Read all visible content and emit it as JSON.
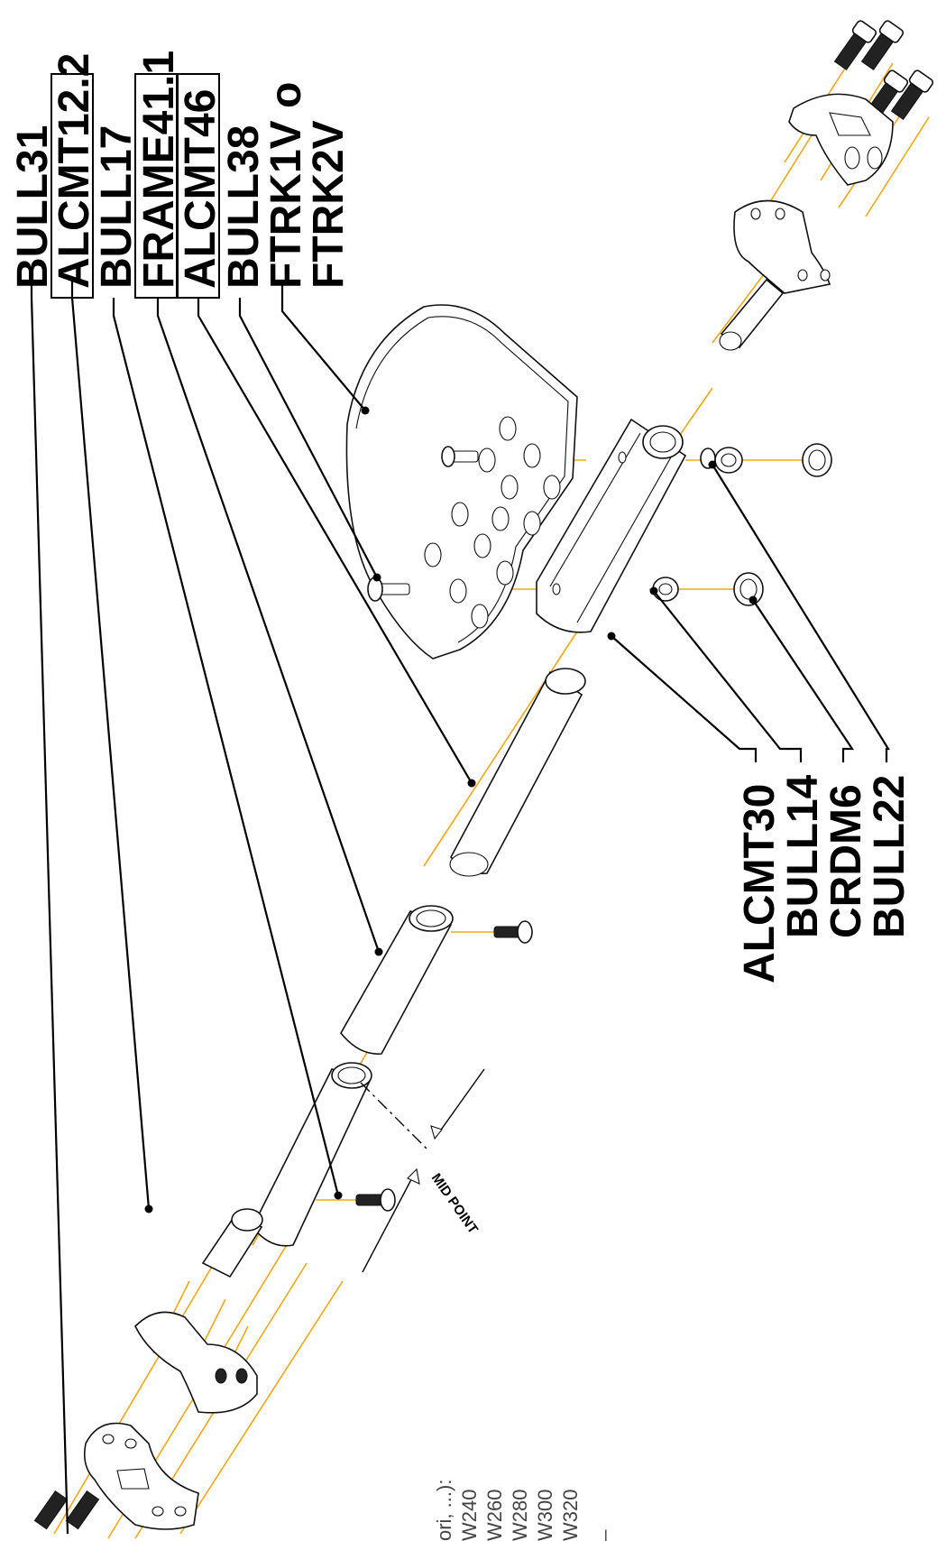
{
  "labels_left": [
    {
      "key": "bull31",
      "text": "BULL31",
      "boxed": false
    },
    {
      "key": "alcmt12_2",
      "text": "ALCMT12.2",
      "boxed": true
    },
    {
      "key": "bull17",
      "text": "BULL17",
      "boxed": false
    },
    {
      "key": "frame41_1",
      "text": "FRAME41.1",
      "boxed": true
    },
    {
      "key": "alcmt46",
      "text": "ALCMT46",
      "boxed": true
    },
    {
      "key": "bull38",
      "text": "BULL38",
      "boxed": false
    },
    {
      "key": "ftrk1v",
      "text": "FTRK1V o",
      "boxed": false
    },
    {
      "key": "ftrk2v",
      "text": "FTRK2V",
      "boxed": false
    }
  ],
  "labels_right": [
    {
      "key": "alcmt30",
      "text": "ALCMT30"
    },
    {
      "key": "bull14",
      "text": "BULL14"
    },
    {
      "key": "crdm6",
      "text": "CRDM6"
    },
    {
      "key": "bull22",
      "text": "BULL22"
    }
  ],
  "mid_point_label": "MID POINT",
  "notes": [
    "ori, ...):",
    "W240",
    "W260",
    "W280",
    "W300",
    "W320",
    "_"
  ],
  "colors": {
    "axis": "#f0a818",
    "ink": "#000000",
    "paper": "#ffffff"
  }
}
